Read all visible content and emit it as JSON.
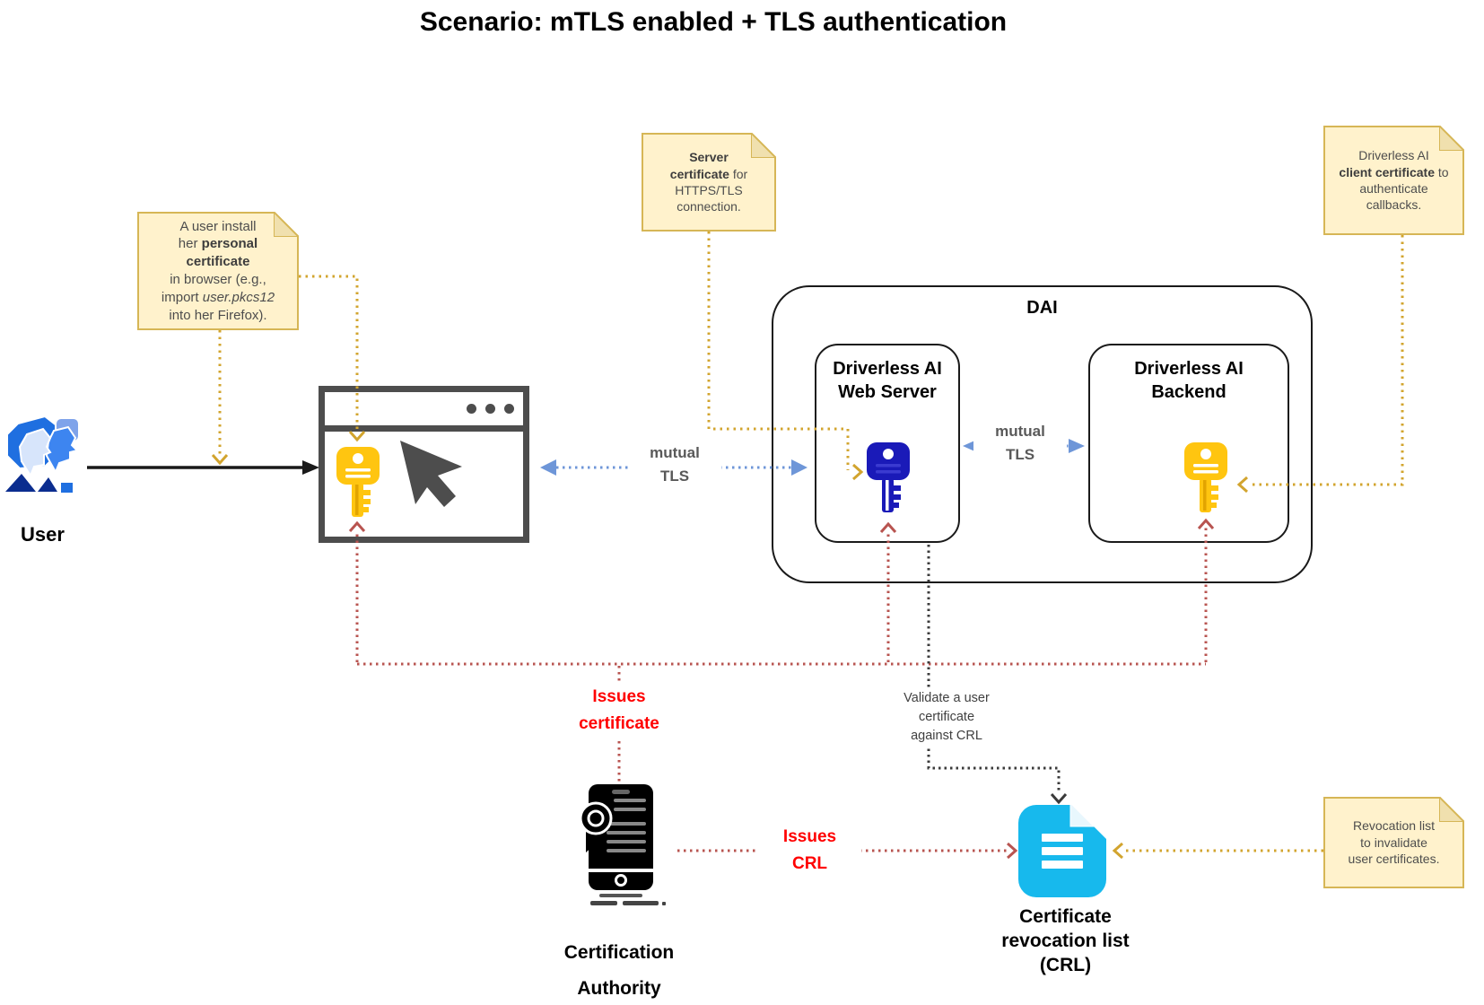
{
  "title": "Scenario: mTLS enabled + TLS authentication",
  "colors": {
    "note_bg": "#FFF2CC",
    "note_border": "#D6B656",
    "yellow_line": "#D2A42E",
    "red_line": "#B85450",
    "red_text": "#FF0000",
    "blue_line": "#6E96D8",
    "black_line": "#3B3B3B",
    "key_yellow": "#FFC510",
    "key_blue": "#1A1AB8",
    "crl_cyan": "#17B9ED",
    "browser_gray": "#4D4D4D",
    "user_blue": "#1F6FE0"
  },
  "nodes": {
    "user": {
      "label": "User"
    },
    "dai": {
      "label": "DAI"
    },
    "web_server": {
      "label": "Driverless AI\nWeb Server"
    },
    "backend": {
      "label": "Driverless AI\nBackend"
    },
    "ca": {
      "label": "Certification\nAuthority"
    },
    "crl": {
      "label": "Certificate\nrevocation list\n(CRL)"
    }
  },
  "notes": {
    "personal_cert": {
      "segments": [
        {
          "t": "A user install\nher "
        },
        {
          "t": "personal\ncertificate",
          "b": true
        },
        {
          "t": "\nin browser (e.g.,\nimport "
        },
        {
          "t": "user.pkcs12",
          "i": true
        },
        {
          "t": "\ninto her Firefox)."
        }
      ]
    },
    "server_cert": {
      "segments": [
        {
          "t": "Server\ncertificate",
          "b": true
        },
        {
          "t": " for\nHTTPS/TLS\nconnection."
        }
      ]
    },
    "client_cert": {
      "segments": [
        {
          "t": "Driverless AI\n"
        },
        {
          "t": "client certificate",
          "b": true
        },
        {
          "t": " to\nauthenticate\ncallbacks."
        }
      ]
    },
    "revocation_list": {
      "segments": [
        {
          "t": "Revocation list\nto invalidate\nuser certificates."
        }
      ]
    }
  },
  "edges": {
    "mutual_tls_left": {
      "label": "mutual\nTLS"
    },
    "mutual_tls_right": {
      "label": "mutual\nTLS"
    },
    "issues_certificate": {
      "label": "Issues\ncertificate"
    },
    "issues_crl": {
      "label": "Issues\nCRL"
    },
    "validate_crl": {
      "label": "Validate a user\ncertificate\nagainst CRL"
    }
  }
}
